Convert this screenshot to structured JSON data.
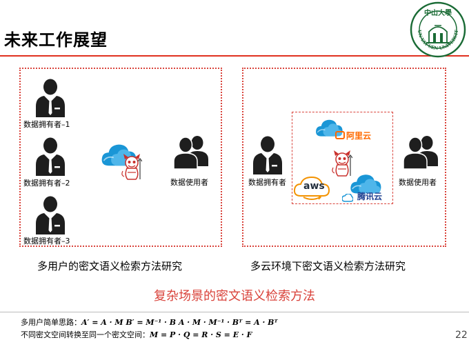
{
  "slide": {
    "title": "未来工作展望",
    "subtitle": "复杂场景的密文语义检索方法",
    "page_number": "22"
  },
  "logo": {
    "characters": "中山大學",
    "ring_text": "SUN YAT-SEN UNIVERSITY",
    "color": "#1a6b35"
  },
  "left_scenario": {
    "owners": [
      "数据拥有者–1",
      "数据拥有者–2",
      "数据拥有者–3"
    ],
    "user": "数据使用者",
    "caption": "多用户的密文语义检索方法研究"
  },
  "right_scenario": {
    "owner": "数据拥有者",
    "user": "数据使用者",
    "providers": {
      "aliyun": "阿里云",
      "aws": "aws",
      "tencent": "腾讯云"
    },
    "caption": "多云环境下密文语义检索方法研究"
  },
  "formulas": {
    "line1_label": "多用户简单思路：",
    "line1_expr": "A′ = A · M   B′ = M⁻¹ · B   A · M · M⁻¹ · Bᵀ = A · Bᵀ",
    "line2_label": "不同密文空间转换至同一个密文空间：",
    "line2_expr": "M = P · Q = R · S = E · F"
  },
  "colors": {
    "accent": "#d9423a",
    "cloud_blue": "#1a96d6",
    "aliyun_orange": "#ff6a00",
    "person": "#1e1e1e"
  }
}
